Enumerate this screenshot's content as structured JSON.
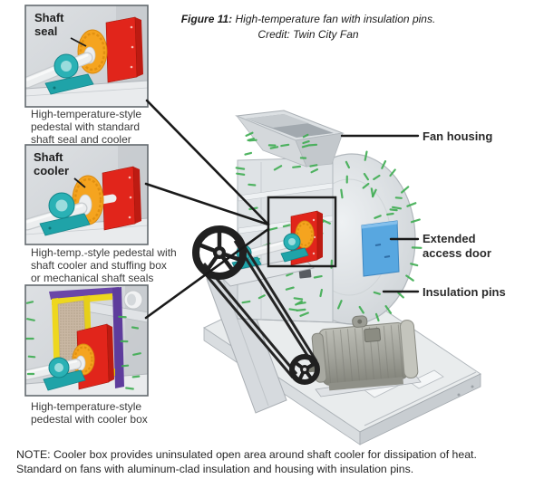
{
  "figure_caption": {
    "prefix": "Figure 11:",
    "rest": " High-temperature fan with insulation pins.",
    "credit": "Credit: Twin City Fan"
  },
  "panels": [
    {
      "label": "Shaft\nseal",
      "caption": "High-temperature-style\npedestal with standard\nshaft seal and cooler"
    },
    {
      "label": "Shaft\ncooler",
      "caption": "High-temp.-style pedestal with\nshaft cooler and stuffing box\nor mechanical shaft seals"
    },
    {
      "label": "",
      "caption": "High-temperature-style\npedestal with cooler box"
    }
  ],
  "callouts": {
    "fan_housing": "Fan housing",
    "access_door": "Extended\naccess door",
    "insulation_pins": "Insulation pins"
  },
  "note": "NOTE: Cooler box provides uninsulated open area around shaft cooler for dissipation of heat.\nStandard on fans with aluminum-clad insulation and housing with insulation pins.",
  "colors": {
    "teal": "#2ab1b5",
    "orange": "#f5a41f",
    "red": "#e1251b",
    "insulation_pin_green": "#3fad52",
    "door_blue": "#58a7e0",
    "housing_gray": "#dfe3e6",
    "cooler_box_purple": "#6b46a8",
    "cooler_box_yellow": "#eed71e",
    "leader_black": "#1a1a1a"
  }
}
